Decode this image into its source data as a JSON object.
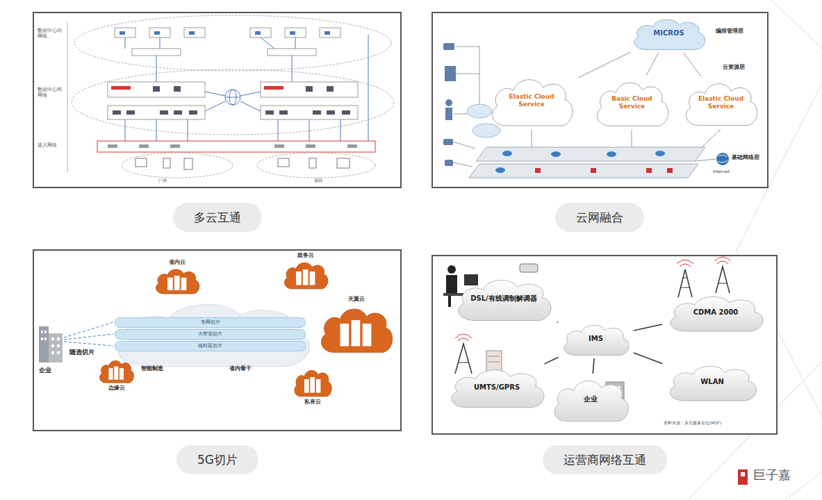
{
  "diagram": {
    "nodes": [
      {
        "text": [
          "多云互通"
        ]
      },
      {
        "text": [
          "MICROS"
        ]
      },
      {
        "text": [
          "Elastic Cloud Service"
        ]
      },
      {
        "text": [
          "Basic Cloud Service"
        ]
      },
      {
        "text": [
          "Elastic Cloud Service"
        ]
      },
      {
        "text": [
          "云网融合"
        ]
      },
      {
        "text": [
          "省内云"
        ]
      },
      {
        "text": [
          "政务云"
        ]
      },
      {
        "text": [
          "天翼云"
        ]
      },
      {
        "text": [
          "私有云"
        ]
      },
      {
        "text": [
          "边缘云"
        ]
      },
      {
        "text": [
          "专网切片"
        ]
      },
      {
        "text": [
          "大带宽切片"
        ]
      },
      {
        "text": [
          "低时延切片"
        ]
      },
      {
        "text": [
          "5G切片"
        ]
      },
      {
        "text": [
          "DSL/有线调制解调器"
        ]
      },
      {
        "text": [
          "CDMA 2000"
        ]
      },
      {
        "text": [
          "IMS"
        ]
      },
      {
        "text": [
          "UMTS/GPRS"
        ]
      },
      {
        "text": [
          "企业"
        ]
      },
      {
        "text": [
          "WLAN"
        ]
      },
      {
        "text": [
          "运营商网络互通"
        ]
      }
    ],
    "edges": [
      {
        "from": 1,
        "to": 2,
        "arrow": "none"
      },
      {
        "from": 1,
        "to": 3,
        "arrow": "none"
      },
      {
        "from": 1,
        "to": 4,
        "arrow": "none"
      },
      {
        "from": 17,
        "to": 15,
        "arrow": "none"
      },
      {
        "from": 17,
        "to": 16,
        "arrow": "none"
      },
      {
        "from": 17,
        "to": 18,
        "arrow": "none"
      },
      {
        "from": 17,
        "to": 19,
        "arrow": "none"
      },
      {
        "from": 17,
        "to": 20,
        "arrow": "none"
      }
    ],
    "labels": [
      "数据中心内网络",
      "数据中心间网络",
      "接入网络",
      "广州",
      "深圳",
      "编排管理层",
      "云资源层",
      "基础网络层",
      "Internet",
      "企业",
      "随选切片",
      "智能制造",
      "省内骨干",
      "资料来源：多元服务论坛(MSF)",
      "巨子嘉"
    ]
  }
}
